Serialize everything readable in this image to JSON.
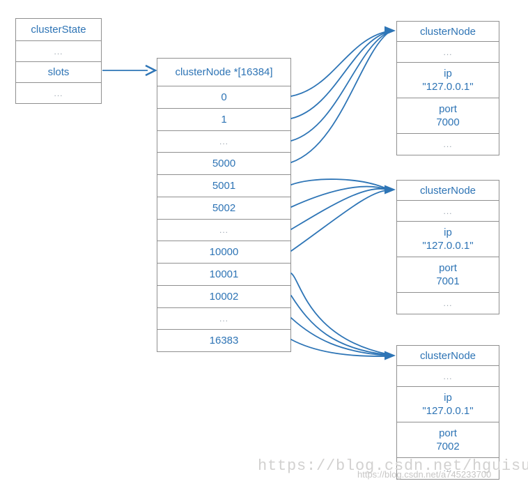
{
  "colors": {
    "accent_blue": "#2e74b5",
    "border_gray": "#8f8f8f",
    "arrow_blue": "#2e75b6",
    "dots_gray": "#9aa4ae",
    "watermark_gray": "#d2d1d0",
    "watermark_small_gray": "#c7c6c5"
  },
  "cluster_state": {
    "title": "clusterState",
    "rows": [
      "...",
      "slots",
      "..."
    ]
  },
  "slots_table": {
    "title": "clusterNode *[16384]",
    "rows": [
      "0",
      "1",
      "...",
      "5000",
      "5001",
      "5002",
      "...",
      "10000",
      "10001",
      "10002",
      "...",
      "16383"
    ]
  },
  "nodes": [
    {
      "title": "clusterNode",
      "dots_top": "...",
      "ip_label": "ip",
      "ip_value": "\"127.0.0.1\"",
      "port_label": "port",
      "port_value": "7000",
      "dots_bottom": "..."
    },
    {
      "title": "clusterNode",
      "dots_top": "...",
      "ip_label": "ip",
      "ip_value": "\"127.0.0.1\"",
      "port_label": "port",
      "port_value": "7001",
      "dots_bottom": "..."
    },
    {
      "title": "clusterNode",
      "dots_top": "...",
      "ip_label": "ip",
      "ip_value": "\"127.0.0.1\"",
      "port_label": "port",
      "port_value": "7002",
      "dots_bottom": "..."
    }
  ],
  "watermark": {
    "large": "https://blog.csdn.net/hguisu",
    "small": "https://blog.csdn.net/a745233700"
  }
}
